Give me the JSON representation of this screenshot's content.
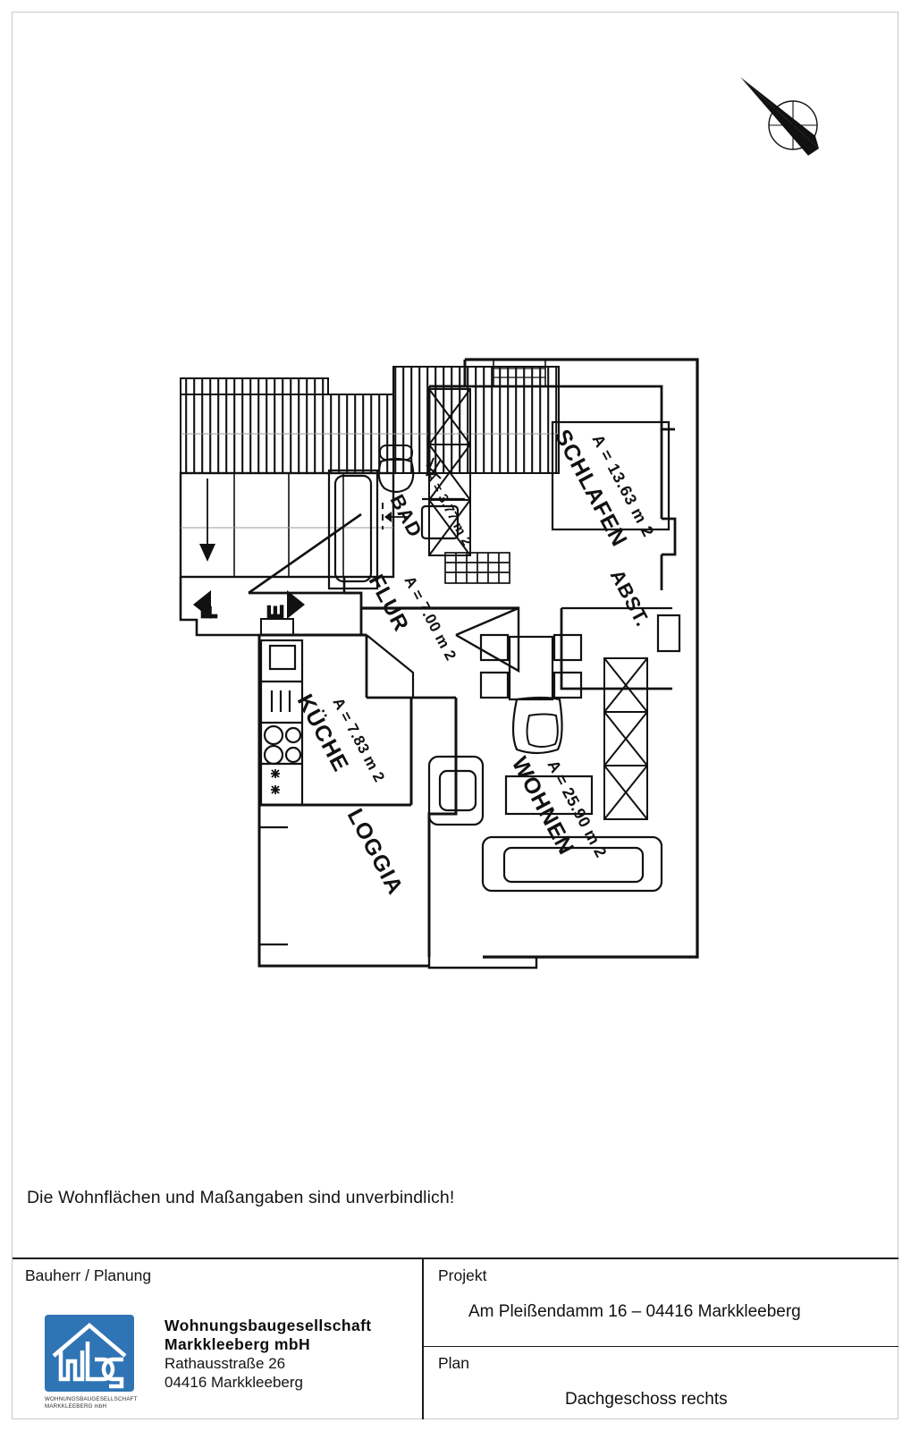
{
  "document": {
    "disclaimer": "Die Wohnflächen und Maßangaben sind unverbindlich!"
  },
  "compass": {
    "icon": "north-arrow-icon"
  },
  "floorplan": {
    "rooms": [
      {
        "key": "schlafen",
        "name": "SCHLAFEN",
        "area_label": "A = 13.63 m 2",
        "area": 13.63
      },
      {
        "key": "bad",
        "name": "BAD",
        "area_label": "A = 3.77 m 2",
        "area": 3.77
      },
      {
        "key": "flur",
        "name": "FLUR",
        "area_label": "A = 7.00 m 2",
        "area": 7.0
      },
      {
        "key": "kueche",
        "name": "KÜCHE",
        "area_label": "A = 7.83 m 2",
        "area": 7.83
      },
      {
        "key": "wohnen",
        "name": "WOHNEN",
        "area_label": "A = 25.90 m 2",
        "area": 25.9
      },
      {
        "key": "abst",
        "name": "ABST.",
        "area_label": "",
        "area": null
      },
      {
        "key": "loggia",
        "name": "LOGGIA",
        "area_label": "",
        "area": null
      }
    ],
    "markers": [
      {
        "key": "e",
        "label": "E"
      },
      {
        "key": "f",
        "label": "F"
      }
    ]
  },
  "titleblock": {
    "left": {
      "label": "Bauherr / Planung",
      "logo_caption_line1": "WOHNUNGSBAUGESELLSCHAFT",
      "logo_caption_line2": "MARKKLEEBERG mbH",
      "firm_line1": "Wohnungsbaugesellschaft",
      "firm_line2": "Markkleeberg mbH",
      "street": "Rathausstraße 26",
      "city": "04416 Markkleeberg"
    },
    "right": {
      "projekt_label": "Projekt",
      "projekt_value": "Am Pleißendamm 16 – 04416 Markkleeberg",
      "plan_label": "Plan",
      "plan_value": "Dachgeschoss rechts"
    }
  },
  "colors": {
    "logo_blue": "#2f74b5",
    "ink": "#111111"
  }
}
